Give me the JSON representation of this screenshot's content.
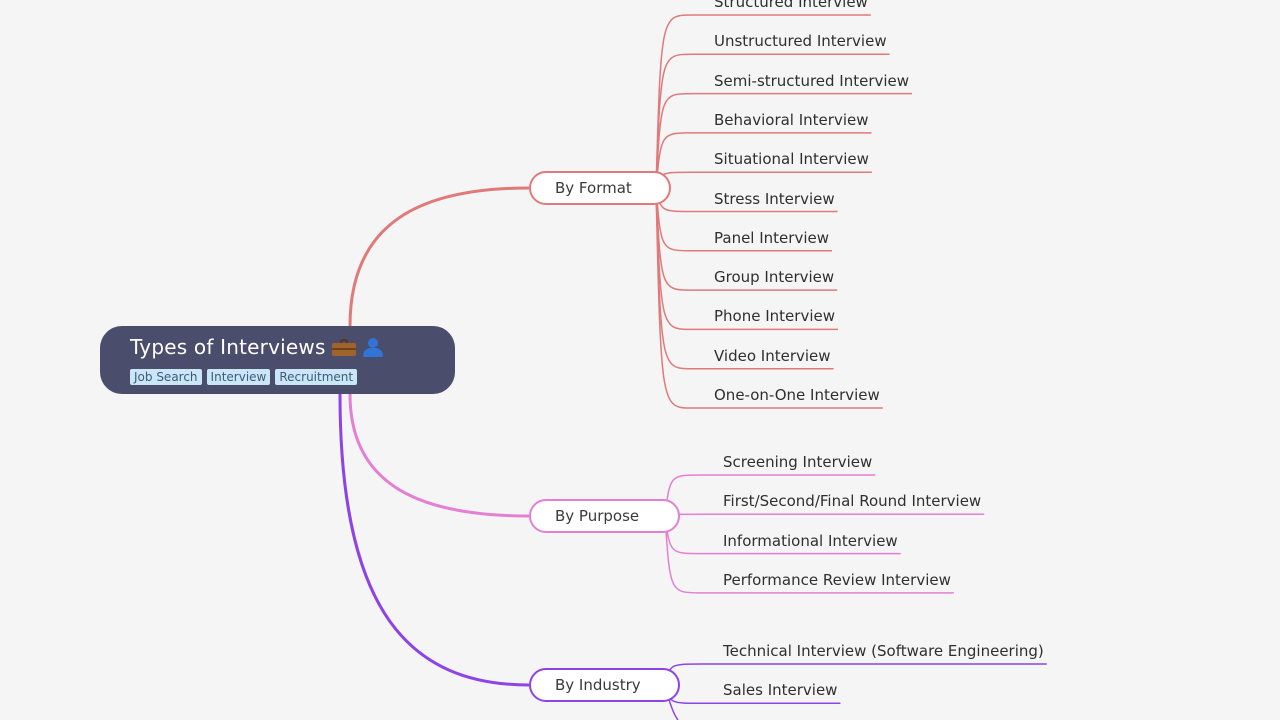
{
  "root": {
    "title": "Types of Interviews",
    "icons": [
      "briefcase-icon",
      "user-icon"
    ],
    "tags": [
      "Job Search",
      "Interview",
      "Recruitment"
    ]
  },
  "colors": {
    "background": "#f5f5f6",
    "root_fill": "#4a4d6b",
    "format": "#e07a7a",
    "purpose": "#e47fd4",
    "industry": "#8c44e6",
    "tag_fill": "#cbe6f7"
  },
  "branches": [
    {
      "label": "By Format",
      "color": "#e07a7a",
      "children": [
        "Structured Interview",
        "Unstructured Interview",
        "Semi-structured Interview",
        "Behavioral Interview",
        "Situational Interview",
        "Stress Interview",
        "Panel Interview",
        "Group Interview",
        "Phone Interview",
        "Video Interview",
        "One-on-One Interview"
      ]
    },
    {
      "label": "By Purpose",
      "color": "#e47fd4",
      "children": [
        "Screening Interview",
        "First/Second/Final Round Interview",
        "Informational Interview",
        "Performance Review Interview"
      ]
    },
    {
      "label": "By Industry",
      "color": "#8c44e6",
      "children": [
        "Technical Interview (Software Engineering)",
        "Sales Interview"
      ]
    }
  ]
}
